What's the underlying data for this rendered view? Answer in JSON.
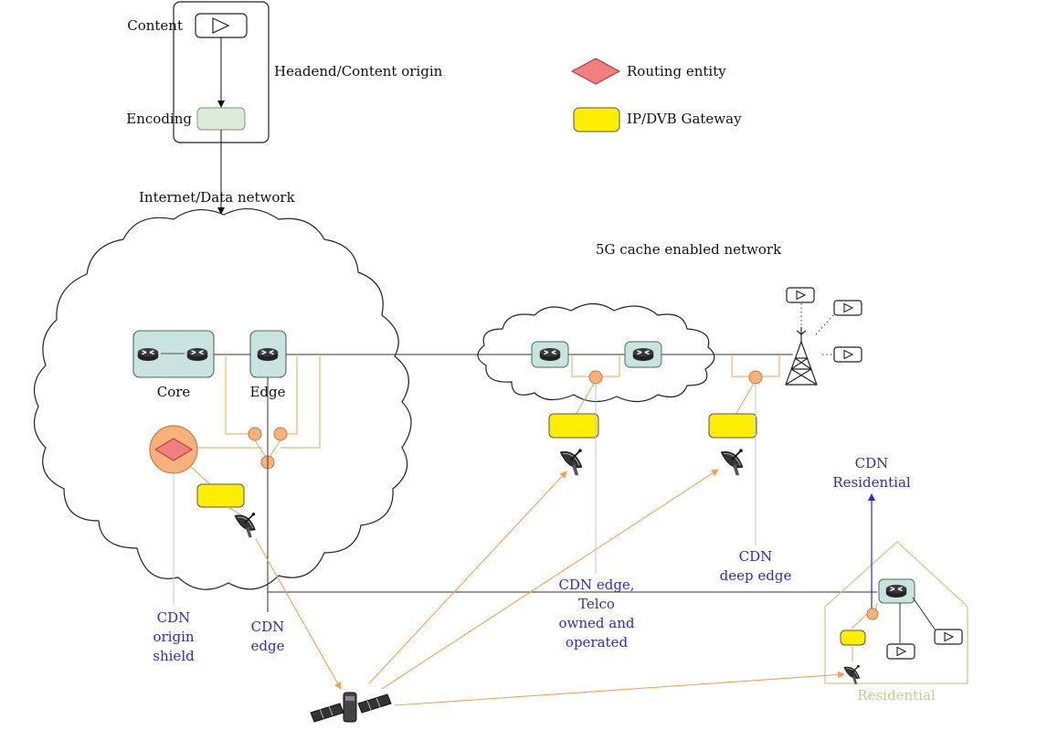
{
  "headend": {
    "content_label": "Content",
    "encoding_label": "Encoding",
    "origin_label": "Headend/Content origin"
  },
  "legend": {
    "routing_entity": "Routing entity",
    "gateway": "IP/DVB Gateway"
  },
  "internet": {
    "label": "Internet/Data network",
    "core_label": "Core",
    "edge_label": "Edge"
  },
  "network5g": {
    "label": "5G cache enabled network"
  },
  "cdn": {
    "origin_shield": [
      "CDN",
      "origin",
      "shield"
    ],
    "edge": [
      "CDN",
      "edge"
    ],
    "telco_edge": [
      "CDN edge,",
      "Telco",
      "owned and",
      "operated"
    ],
    "deep_edge": [
      "CDN",
      "deep edge"
    ],
    "residential": [
      "CDN",
      "Residential"
    ]
  },
  "residential": {
    "label": "Residential"
  },
  "colors": {
    "router_fill": "#c9e3df",
    "router_stroke": "#4a6a66",
    "encoding_fill": "#dcecd9",
    "gateway_fill": "#ffee00",
    "routing_fill": "#f08080",
    "cache_fill": "#f7b27b",
    "orange_line": "#f5a050",
    "cdn_text": "#2a2adb",
    "residential_green": "#b9d58a"
  },
  "icons": [
    "play-icon",
    "router-icon",
    "satellite-dish-icon",
    "satellite-icon",
    "cell-tower-icon",
    "cloud-shape"
  ]
}
